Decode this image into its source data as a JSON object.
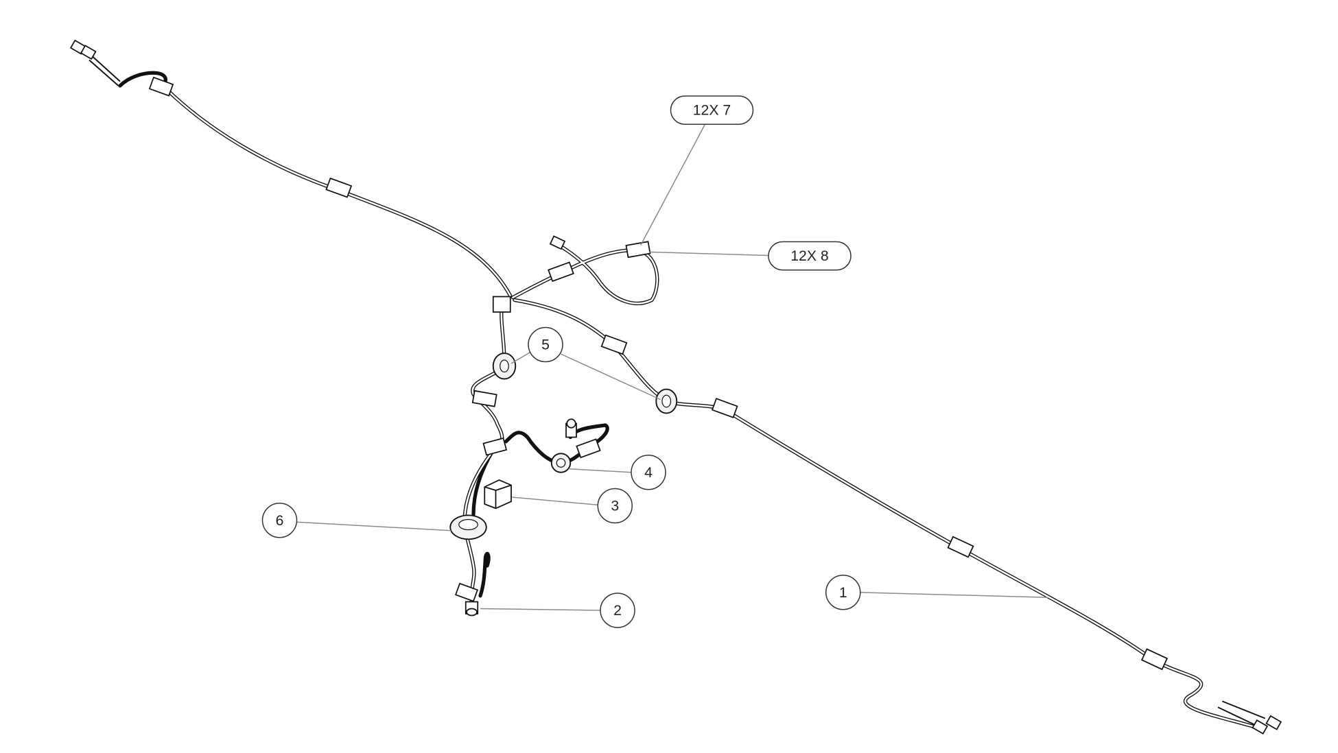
{
  "callouts": {
    "item_1": "1",
    "item_2": "2",
    "item_3": "3",
    "item_4": "4",
    "item_5": "5",
    "item_6": "6",
    "ref_12x7": "12X 7",
    "ref_12x8": "12X 8"
  },
  "colors": {
    "line": "#111111",
    "leader": "#8a8a8a",
    "background": "#ffffff"
  }
}
